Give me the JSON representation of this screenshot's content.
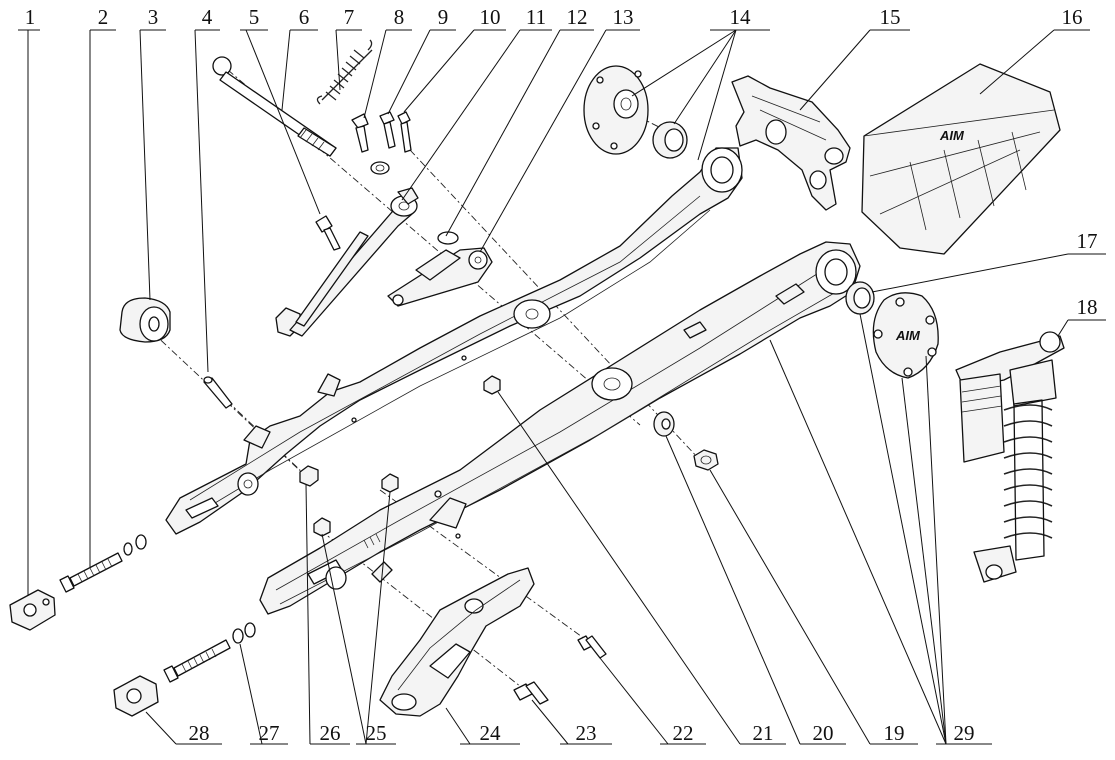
{
  "diagram": {
    "type": "exploded-assembly",
    "part_numbers": [
      "1",
      "2",
      "3",
      "4",
      "5",
      "6",
      "7",
      "8",
      "9",
      "10",
      "11",
      "12",
      "13",
      "14",
      "15",
      "16",
      "17",
      "18",
      "19",
      "20",
      "21",
      "22",
      "23",
      "24",
      "25",
      "26",
      "27",
      "28",
      "29"
    ],
    "brand_mark": "AIM"
  }
}
